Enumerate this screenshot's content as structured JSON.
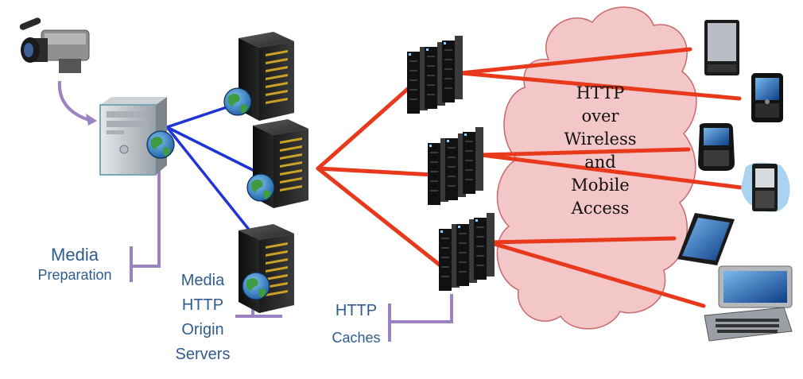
{
  "labels": {
    "media_preparation": [
      "Media",
      "Preparation"
    ],
    "origin_servers": [
      "Media",
      "HTTP",
      "Origin",
      "Servers"
    ],
    "http_caches": [
      "HTTP",
      "Caches"
    ],
    "cloud": [
      "HTTP",
      "over",
      "Wireless",
      "and",
      "Mobile",
      "Access"
    ]
  },
  "icons": {
    "camera": "video-camera-icon",
    "tower": "workstation-tower-icon",
    "server": "rack-server-icon",
    "globe": "globe-icon",
    "cache": "cache-server-stack-icon",
    "devices": [
      "smartphone-icon",
      "blackberry-smartphone-icon",
      "blackberry-bold-icon",
      "feature-phone-icon",
      "tablet-icon",
      "pda-qwerty-icon"
    ]
  },
  "colors": {
    "blue_links": "#1f33d6",
    "red_links": "#e8391d",
    "purple_brackets": "#9b82c2",
    "cloud_fill": "#f3c7c8",
    "cloud_stroke": "#c9686a",
    "label_text": "#2f5c8f"
  }
}
